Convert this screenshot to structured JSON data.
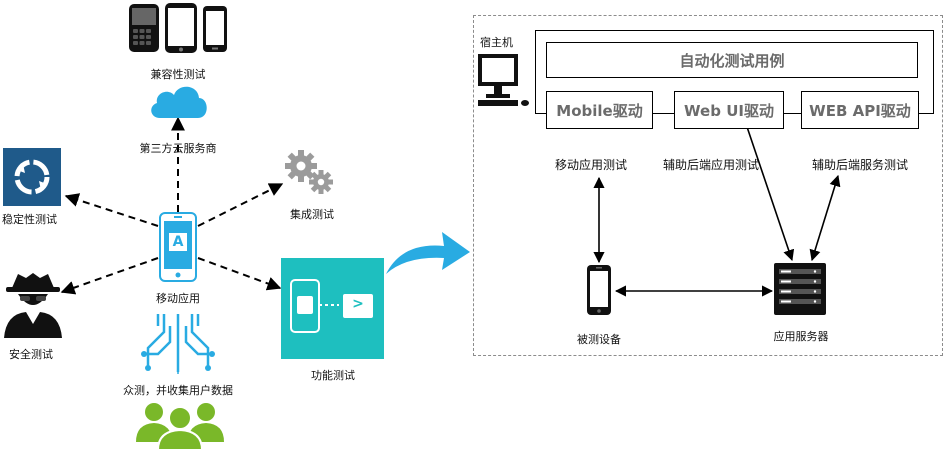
{
  "left": {
    "center_label": "移动应用",
    "compat_label": "兼容性测试",
    "cloud_label": "第三方云服务商",
    "integration_label": "集成测试",
    "stability_label": "稳定性测试",
    "security_label": "安全测试",
    "crowd_label": "众测，并收集用户数据",
    "functional_label": "功能测试",
    "app_letter": "A",
    "func_arrow_glyph": ">"
  },
  "right": {
    "host_label": "宿主机",
    "test_case_label": "自动化测试用例",
    "drivers": [
      "Mobile驱动",
      "Web UI驱动",
      "WEB API驱动"
    ],
    "driver_captions": [
      "移动应用测试",
      "辅助后端应用测试",
      "辅助后端服务测试"
    ],
    "device_label": "被测设备",
    "server_label": "应用服务器"
  },
  "colors": {
    "accent_blue": "#29abe2",
    "teal": "#1ebfbf",
    "dark_blue": "#1f5a8a",
    "green": "#7ab829",
    "gear_gray": "#9b9b9b",
    "driver_text": "#6b6b6b",
    "dash_border": "#8c8c8c"
  },
  "icons": [
    "phones-icon",
    "cloud-icon",
    "gears-icon",
    "stability-icon",
    "mobile-app-icon",
    "spy-icon",
    "crowd-chip-icon",
    "people-icon",
    "functional-test-icon",
    "flow-arrow-icon",
    "host-computer-icon",
    "device-phone-icon",
    "server-icon"
  ]
}
